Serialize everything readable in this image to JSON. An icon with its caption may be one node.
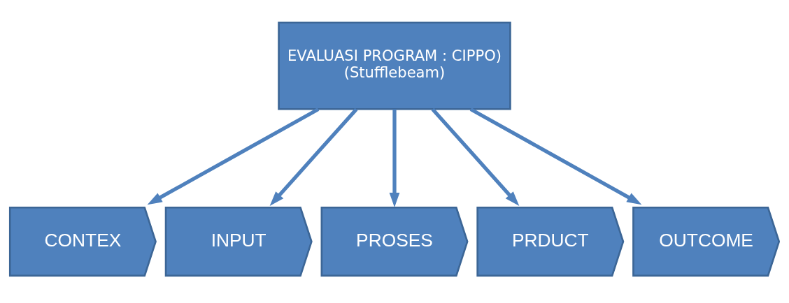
{
  "diagram": {
    "nodes": [
      {
        "text": [
          "EVALUASI PROGRAM : CIPPO)",
          "(Stufflebeam)"
        ]
      },
      {
        "text": [
          "CONTEX"
        ]
      },
      {
        "text": [
          "INPUT"
        ]
      },
      {
        "text": [
          "PROSES"
        ]
      },
      {
        "text": [
          "PRDUCT"
        ]
      },
      {
        "text": [
          "OUTCOME"
        ]
      }
    ],
    "edges": [
      {
        "from": 0,
        "to": 1,
        "arrow": "to"
      },
      {
        "from": 0,
        "to": 2,
        "arrow": "to"
      },
      {
        "from": 0,
        "to": 3,
        "arrow": "to"
      },
      {
        "from": 0,
        "to": 4,
        "arrow": "to"
      },
      {
        "from": 0,
        "to": 5,
        "arrow": "to"
      }
    ]
  }
}
